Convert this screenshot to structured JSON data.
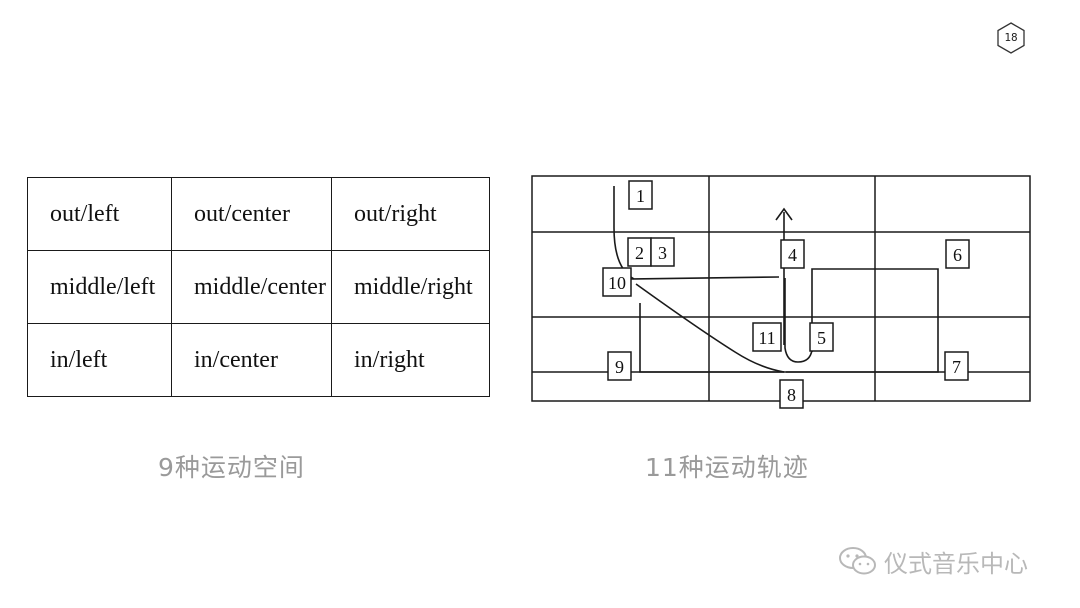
{
  "page_number": "18",
  "movement_spaces": {
    "rows": [
      [
        "out/left",
        "out/center",
        "out/right"
      ],
      [
        "middle/left",
        "middle/center",
        "middle/right"
      ],
      [
        "in/left",
        "in/center",
        "in/right"
      ]
    ],
    "caption": "9种运动空间"
  },
  "trajectories": {
    "labels": [
      "1",
      "2",
      "3",
      "4",
      "5",
      "6",
      "7",
      "8",
      "9",
      "10",
      "11"
    ],
    "caption": "11种运动轨迹"
  },
  "watermark": {
    "text": "仪式音乐中心",
    "icon": "wechat-icon"
  }
}
